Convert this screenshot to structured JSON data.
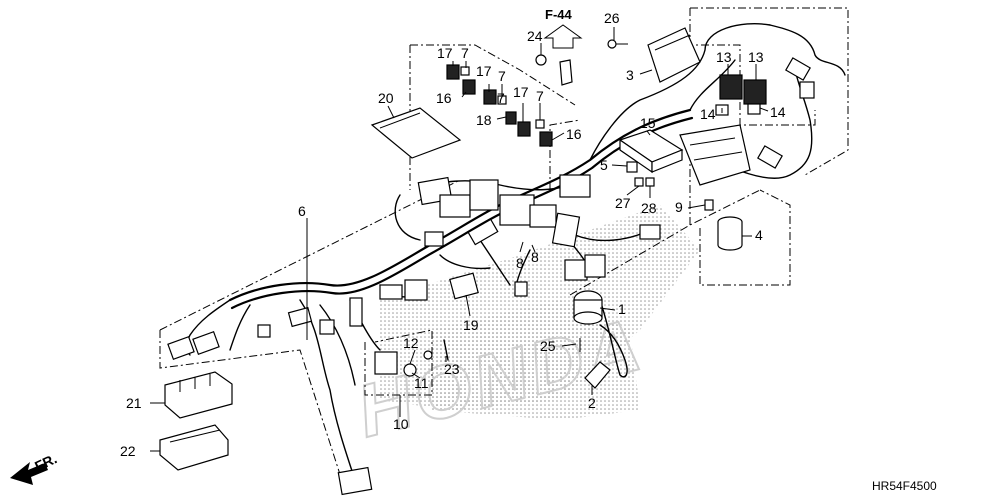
{
  "diagram": {
    "reference": "F-44",
    "code": "HR54F4500",
    "direction": "FR.",
    "watermark": "HONDA",
    "callouts": [
      {
        "id": "c17a",
        "text": "17"
      },
      {
        "id": "c7a",
        "text": "7"
      },
      {
        "id": "c16a",
        "text": "16"
      },
      {
        "id": "c17b",
        "text": "17"
      },
      {
        "id": "c7b",
        "text": "7"
      },
      {
        "id": "c7c",
        "text": "7"
      },
      {
        "id": "c18",
        "text": "18"
      },
      {
        "id": "c17c",
        "text": "17"
      },
      {
        "id": "c7d",
        "text": "7"
      },
      {
        "id": "c16b",
        "text": "16"
      },
      {
        "id": "c20",
        "text": "20"
      },
      {
        "id": "c24",
        "text": "24"
      },
      {
        "id": "c26",
        "text": "26"
      },
      {
        "id": "c3",
        "text": "3"
      },
      {
        "id": "c13a",
        "text": "13"
      },
      {
        "id": "c13b",
        "text": "13"
      },
      {
        "id": "c14a",
        "text": "14"
      },
      {
        "id": "c14b",
        "text": "14"
      },
      {
        "id": "c15",
        "text": "15"
      },
      {
        "id": "c5",
        "text": "5"
      },
      {
        "id": "c27",
        "text": "27"
      },
      {
        "id": "c28",
        "text": "28"
      },
      {
        "id": "c9",
        "text": "9"
      },
      {
        "id": "c4",
        "text": "4"
      },
      {
        "id": "c6",
        "text": "6"
      },
      {
        "id": "c8a",
        "text": "8"
      },
      {
        "id": "c8b",
        "text": "8"
      },
      {
        "id": "c1",
        "text": "1"
      },
      {
        "id": "c19",
        "text": "19"
      },
      {
        "id": "c25",
        "text": "25"
      },
      {
        "id": "c12",
        "text": "12"
      },
      {
        "id": "c23",
        "text": "23"
      },
      {
        "id": "c11",
        "text": "11"
      },
      {
        "id": "c2",
        "text": "2"
      },
      {
        "id": "c10",
        "text": "10"
      },
      {
        "id": "c21",
        "text": "21"
      },
      {
        "id": "c22",
        "text": "22"
      }
    ]
  }
}
